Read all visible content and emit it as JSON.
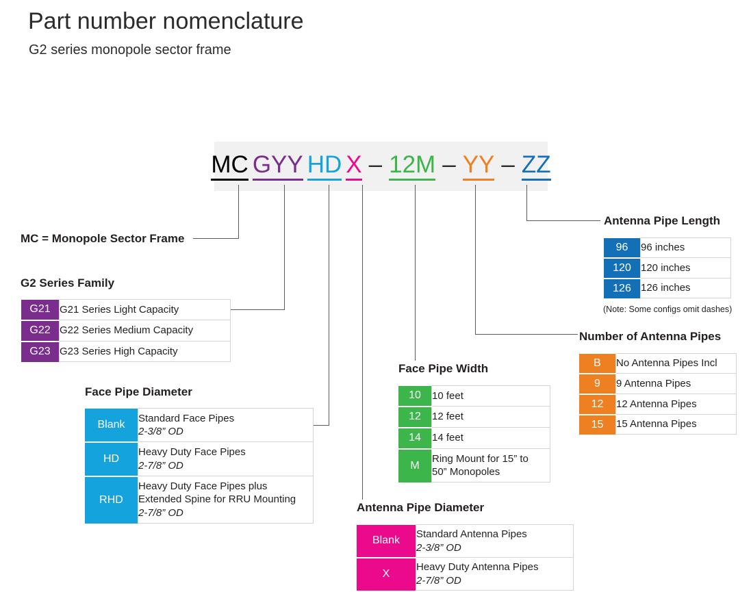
{
  "header": {
    "title": "Part number nomenclature",
    "subtitle": "G2 series monopole sector frame"
  },
  "part_number": {
    "segments": [
      {
        "text": "MC",
        "color": "#000000"
      },
      {
        "text": "GYY",
        "color": "#7b2d8e"
      },
      {
        "text": "HD",
        "color": "#14a3dc"
      },
      {
        "text": "X",
        "color": "#ec0a8c"
      },
      {
        "text": "12M",
        "color": "#3cb54a"
      },
      {
        "text": "YY",
        "color": "#ee8022"
      },
      {
        "text": "ZZ",
        "color": "#1470b6"
      }
    ],
    "dash": "–",
    "band_color": "#f1f1f1"
  },
  "mc_label": "MC = Monopole Sector Frame",
  "note_dashes": "(Note: Some configs omit dashes)",
  "sections": {
    "g2_series": {
      "title": "G2 Series Family",
      "accent": "#7b2d8e",
      "rows": [
        {
          "code": "G21",
          "desc": "G21 Series Light Capacity",
          "od": ""
        },
        {
          "code": "G22",
          "desc": "G22 Series Medium Capacity",
          "od": ""
        },
        {
          "code": "G23",
          "desc": "G23 Series High Capacity",
          "od": ""
        }
      ]
    },
    "face_pipe_diameter": {
      "title": "Face Pipe Diameter",
      "accent": "#14a3dc",
      "rows": [
        {
          "code": "Blank",
          "desc": "Standard Face Pipes",
          "od": "2-3/8” OD"
        },
        {
          "code": "HD",
          "desc": "Heavy Duty Face Pipes",
          "od": "2-7/8” OD"
        },
        {
          "code": "RHD",
          "desc": "Heavy Duty Face Pipes plus Extended Spine for RRU Mounting",
          "od": "2-7/8” OD"
        }
      ]
    },
    "antenna_pipe_diameter": {
      "title": "Antenna Pipe Diameter",
      "accent": "#ec0a8c",
      "rows": [
        {
          "code": "Blank",
          "desc": "Standard Antenna Pipes",
          "od": "2-3/8” OD"
        },
        {
          "code": "X",
          "desc": "Heavy Duty Antenna Pipes",
          "od": "2-7/8” OD"
        }
      ]
    },
    "face_pipe_width": {
      "title": "Face Pipe Width",
      "accent": "#3cb54a",
      "rows": [
        {
          "code": "10",
          "desc": "10 feet",
          "od": ""
        },
        {
          "code": "12",
          "desc": "12 feet",
          "od": ""
        },
        {
          "code": "14",
          "desc": "14 feet",
          "od": ""
        },
        {
          "code": "M",
          "desc": "Ring Mount for 15” to 50” Monopoles",
          "od": ""
        }
      ]
    },
    "number_of_antenna_pipes": {
      "title": "Number of Antenna Pipes",
      "accent": "#ee8022",
      "rows": [
        {
          "code": "B",
          "desc": "No Antenna Pipes Incl",
          "od": ""
        },
        {
          "code": "9",
          "desc": "9 Antenna Pipes",
          "od": ""
        },
        {
          "code": "12",
          "desc": "12 Antenna Pipes",
          "od": ""
        },
        {
          "code": "15",
          "desc": "15 Antenna Pipes",
          "od": ""
        }
      ]
    },
    "antenna_pipe_length": {
      "title": "Antenna Pipe Length",
      "accent": "#1470b6",
      "rows": [
        {
          "code": "96",
          "desc": "96 inches",
          "od": ""
        },
        {
          "code": "120",
          "desc": "120 inches",
          "od": ""
        },
        {
          "code": "126",
          "desc": "126 inches",
          "od": ""
        }
      ]
    }
  }
}
